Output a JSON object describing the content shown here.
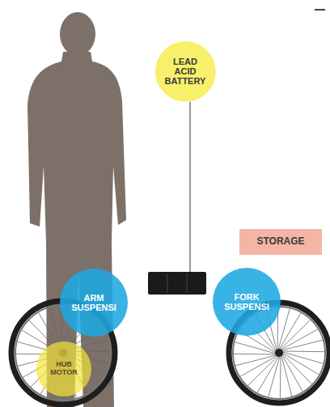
{
  "diagram": {
    "nodes": [
      {
        "text": [
          "LEAD ACID BATTERY"
        ]
      },
      {
        "text": [
          "STORAGE"
        ]
      },
      {
        "text": [
          "ARM SUSPENSI"
        ]
      },
      {
        "text": [
          "FORK SUSPENSI"
        ]
      },
      {
        "text": [
          "HUB MOTOR"
        ]
      }
    ]
  }
}
